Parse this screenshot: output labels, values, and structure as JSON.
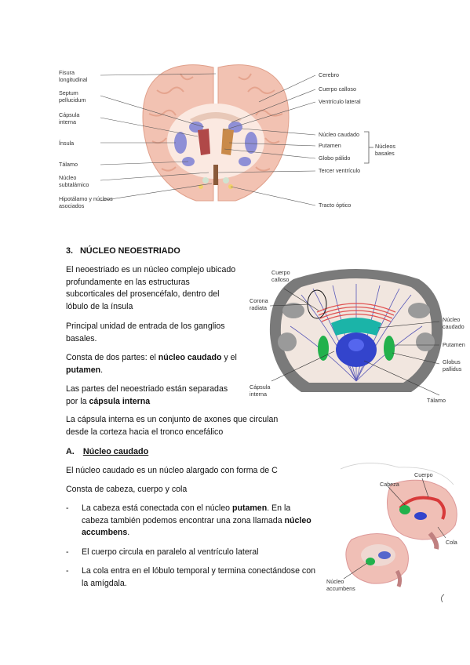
{
  "figure1": {
    "left_labels": [
      "Fisura longitudinal",
      "Septum pellucidum",
      "Cápsula interna",
      "Ínsula",
      "Tálamo",
      "Núcleo subtalámico",
      "Hipotálamo y núcleos asociados"
    ],
    "right_labels": [
      "Cerebro",
      "Cuerpo calloso",
      "Ventrículo lateral",
      "Núcleo caudado",
      "Putamen",
      "Globo pálido",
      "Tercer ventrículo",
      "Tracto óptico"
    ],
    "bracket_label": "Núcleos basales"
  },
  "section3": {
    "heading": "3.   NÚCLEO NEOESTRIADO",
    "p1": "El neoestriado es un núcleo complejo ubicado profundamente en las estructuras subcorticales del prosencéfalo, dentro del lóbulo de la ínsula",
    "p2": "Principal unidad de entrada de los ganglios basales.",
    "p3_pre": "Consta de dos partes: el ",
    "p3_b1": "núcleo caudado",
    "p3_mid": " y el ",
    "p3_b2": "putamen",
    "p3_end": ".",
    "p4_pre": "Las partes del neoestriado están separadas por la ",
    "p4_b": "cápsula interna",
    "p5": "La cápsula interna es un conjunto de axones que circulan desde la corteza hacia el tronco encefálico"
  },
  "figure2": {
    "labels": [
      "Cuerpo calloso",
      "Corona radiata",
      "Cápsula interna",
      "Núcleo caudado",
      "Putamen",
      "Globus pallidus",
      "Tálamo"
    ]
  },
  "sectionA": {
    "heading_prefix": "A.",
    "heading": "Núcleo caudado",
    "p1": "El núcleo caudado es un núcleo alargado con forma de C",
    "p2": "Consta de cabeza, cuerpo y cola",
    "items": [
      {
        "pre": "La cabeza está conectada con el núcleo ",
        "b1": "putamen",
        "mid": ".  En la cabeza también podemos encontrar una zona llamada ",
        "b2": "núcleo accumbens",
        "end": "."
      },
      {
        "text": "El cuerpo circula en paralelo al ventrículo lateral"
      },
      {
        "text": "La cola entra en el lóbulo temporal y termina conectándose con la amígdala."
      }
    ]
  },
  "figure3": {
    "labels": [
      "Cuerpo",
      "Cabeza",
      "Cola",
      "Núcleo accumbens"
    ]
  },
  "colors": {
    "cortex": "#f3c7b8",
    "gyri": "#e9a892",
    "white_matter": "#fbeee7",
    "caudate": "#8f8fd6",
    "putamen": "#b04848",
    "green": "#22b14c",
    "blue": "#3344cc"
  }
}
